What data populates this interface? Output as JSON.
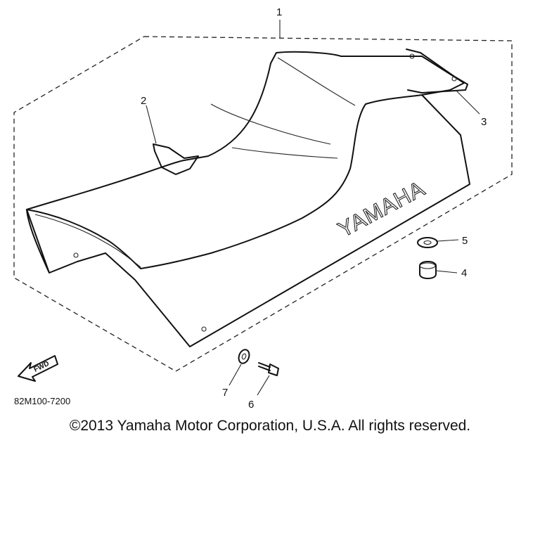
{
  "diagram": {
    "callouts": [
      "1",
      "2",
      "3",
      "4",
      "5",
      "6",
      "7"
    ],
    "brand_text": "YAMAHA",
    "fwd_label": "FWD",
    "part_code": "82M100-7200",
    "copyright": "©2013 Yamaha Motor Corporation, U.S.A. All rights reserved."
  }
}
